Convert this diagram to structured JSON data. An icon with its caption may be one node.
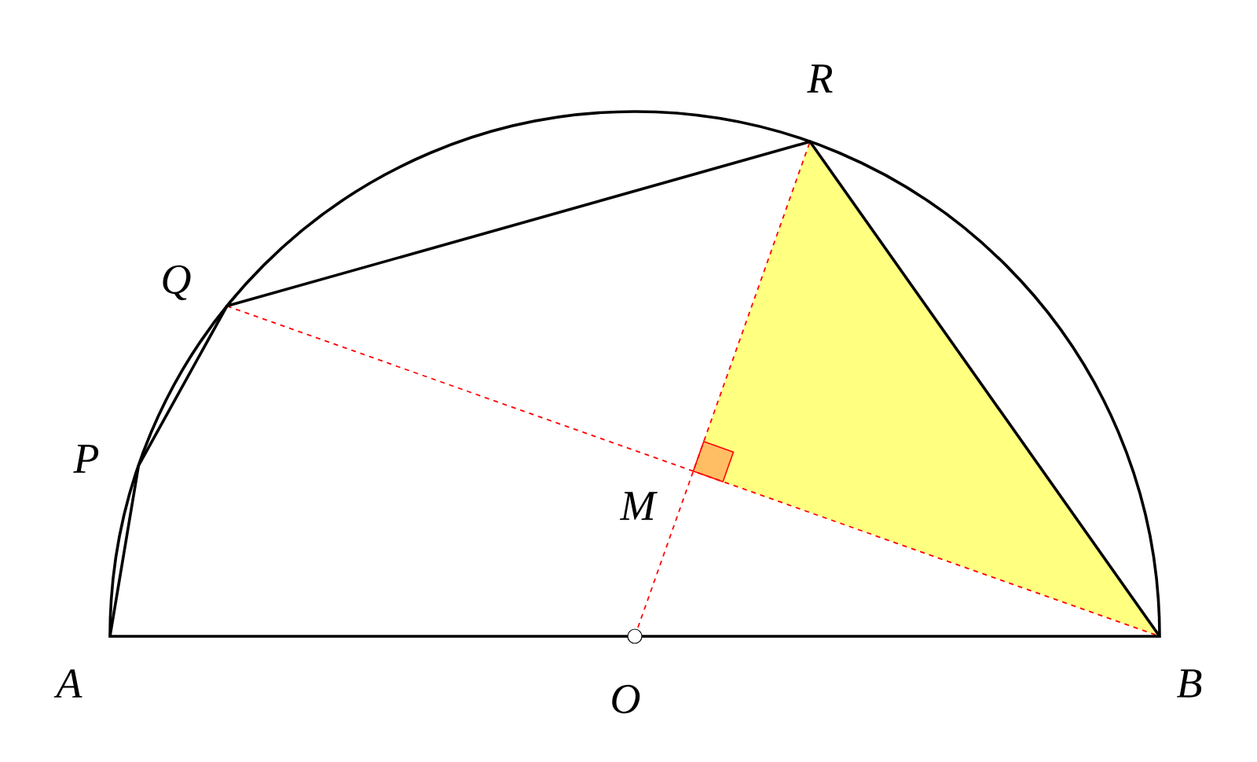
{
  "diagram": {
    "labels": [
      "R",
      "Q",
      "P",
      "M",
      "A",
      "O",
      "B"
    ]
  }
}
